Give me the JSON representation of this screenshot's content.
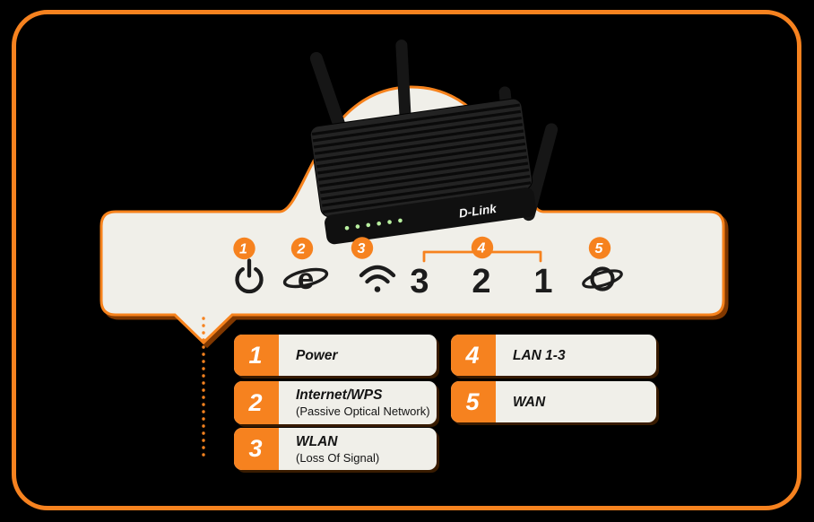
{
  "colors": {
    "accent_orange": "#F6821F",
    "panel_cream": "#F0EFE9",
    "background_black": "#000000",
    "icon_black": "#1C1C1C",
    "led_green": "#B9F0A0"
  },
  "device": {
    "brand_label": "D-Link"
  },
  "led_panel": {
    "indicators": [
      {
        "number": "1",
        "icon": "power-icon"
      },
      {
        "number": "2",
        "icon": "internet-globe-icon"
      },
      {
        "number": "3",
        "icon": "wifi-icon"
      },
      {
        "number": "4",
        "icon": "lan-port-numbers",
        "ports": [
          "3",
          "2",
          "1"
        ]
      },
      {
        "number": "5",
        "icon": "planet-icon"
      }
    ]
  },
  "legend": {
    "left_column": [
      {
        "number": "1",
        "label": "Power",
        "sublabel": ""
      },
      {
        "number": "2",
        "label": "Internet/WPS",
        "sublabel": "(Passive Optical Network)"
      },
      {
        "number": "3",
        "label": "WLAN",
        "sublabel": "(Loss Of Signal)"
      }
    ],
    "right_column": [
      {
        "number": "4",
        "label": "LAN 1-3",
        "sublabel": ""
      },
      {
        "number": "5",
        "label": "WAN",
        "sublabel": ""
      }
    ]
  }
}
